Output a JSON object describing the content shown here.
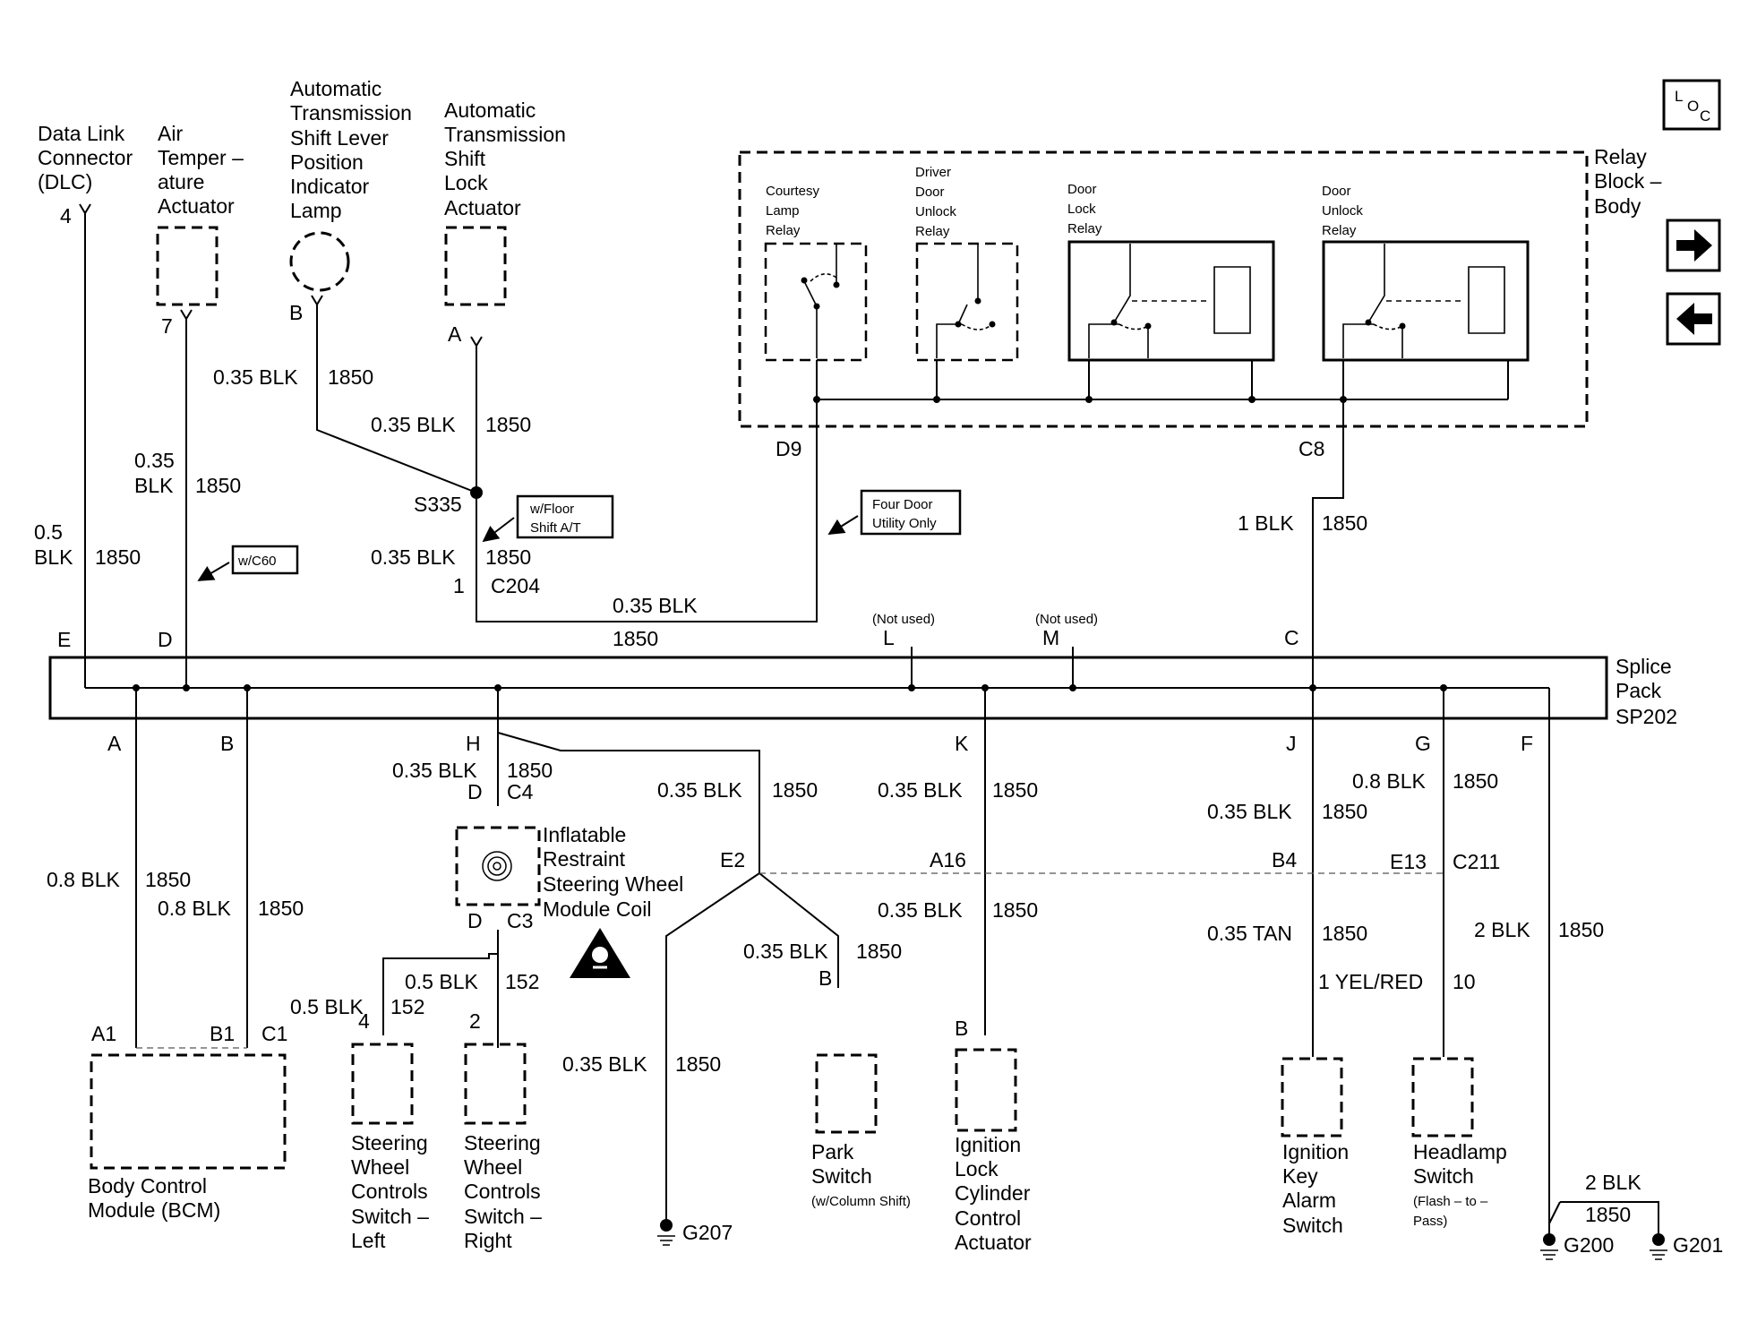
{
  "loc_badge": {
    "l": "L",
    "o": "O",
    "c": "C"
  },
  "icons": {
    "right_arrow": "right-arrow-icon",
    "left_arrow": "left-arrow-icon",
    "airbag_warning": "airbag-warning-icon",
    "ground": "ground-icon"
  },
  "top_components": {
    "dlc": {
      "line1": "Data Link",
      "line2": "Connector",
      "line3": "(DLC)",
      "pin": "4"
    },
    "air_temp": {
      "line1": "Air",
      "line2": "Temper –",
      "line3": "ature",
      "line4": "Actuator",
      "pin": "7"
    },
    "shift_lamp": {
      "line1": "Automatic",
      "line2": "Transmission",
      "line3": "Shift Lever",
      "line4": "Position",
      "line5": "Indicator",
      "line6": "Lamp",
      "pin": "B"
    },
    "shift_lock": {
      "line1": "Automatic",
      "line2": "Transmission",
      "line3": "Shift",
      "line4": "Lock",
      "line5": "Actuator",
      "pin": "A"
    }
  },
  "relay_block": {
    "title1": "Relay",
    "title2": "Block –",
    "title3": "Body",
    "courtesy": {
      "l1": "Courtesy",
      "l2": "Lamp",
      "l3": "Relay"
    },
    "driver_unlock": {
      "l1": "Driver",
      "l2": "Door",
      "l3": "Unlock",
      "l4": "Relay"
    },
    "door_lock": {
      "l1": "Door",
      "l2": "Lock",
      "l3": "Relay"
    },
    "door_unlock": {
      "l1": "Door",
      "l2": "Unlock",
      "l3": "Relay"
    },
    "pin_d9": "D9",
    "pin_c8": "C8"
  },
  "wires_top": {
    "w_035_blk": "0.35 BLK",
    "w_1850": "1850",
    "w_035": "0.35",
    "w_blk": "BLK",
    "w_05": "0.5",
    "w_1_blk": "1 BLK",
    "s335": "S335",
    "c204_pin": "1",
    "c204": "C204",
    "floor_note1": "w/Floor",
    "floor_note2": "Shift A/T",
    "c60_note": "w/C60",
    "fourdoor_note1": "Four Door",
    "fourdoor_note2": "Utility Only"
  },
  "splice_pack": {
    "title1": "Splice",
    "title2": "Pack",
    "title3": "SP202",
    "top_pins": {
      "e": "E",
      "d": "D",
      "l": "L",
      "m": "M",
      "c": "C"
    },
    "not_used": "(Not used)",
    "bottom_pins": {
      "a": "A",
      "b": "B",
      "h": "H",
      "k": "K",
      "j": "J",
      "g": "G",
      "f": "F"
    }
  },
  "bottom_wires": {
    "w_08_blk": "0.8 BLK",
    "w_035_blk": "0.35 BLK",
    "w_1850": "1850",
    "w_05_blk": "0.5 BLK",
    "w_152": "152",
    "w_035_tan": "0.35 TAN",
    "w_1_yelred": "1 YEL/RED",
    "w_10": "10",
    "w_2_blk": "2 BLK",
    "pin_d_top": "D",
    "c4": "C4",
    "pin_d_bot": "D",
    "c3": "C3",
    "e2": "E2",
    "a16": "A16",
    "b4": "B4",
    "e13": "E13",
    "c211": "C211",
    "pin_4": "4",
    "pin_2": "2",
    "pin_b_park": "B",
    "pin_b_ign": "B",
    "a1": "A1",
    "b1": "B1",
    "c1": "C1"
  },
  "bottom_components": {
    "bcm": {
      "l1": "Body Control",
      "l2": "Module (BCM)"
    },
    "swc_left": {
      "l1": "Steering",
      "l2": "Wheel",
      "l3": "Controls",
      "l4": "Switch –",
      "l5": "Left"
    },
    "swc_right": {
      "l1": "Steering",
      "l2": "Wheel",
      "l3": "Controls",
      "l4": "Switch –",
      "l5": "Right"
    },
    "coil": {
      "l1": "Inflatable",
      "l2": "Restraint",
      "l3": "Steering Wheel",
      "l4": "Module Coil"
    },
    "park": {
      "l1": "Park",
      "l2": "Switch",
      "l3": "(w/Column Shift)"
    },
    "ignlock": {
      "l1": "Ignition",
      "l2": "Lock",
      "l3": "Cylinder",
      "l4": "Control",
      "l5": "Actuator"
    },
    "ignkey": {
      "l1": "Ignition",
      "l2": "Key",
      "l3": "Alarm",
      "l4": "Switch"
    },
    "headlamp": {
      "l1": "Headlamp",
      "l2": "Switch",
      "l3": "(Flash – to –",
      "l4": "Pass)"
    }
  },
  "grounds": {
    "g207": "G207",
    "g200": "G200",
    "g201": "G201"
  }
}
